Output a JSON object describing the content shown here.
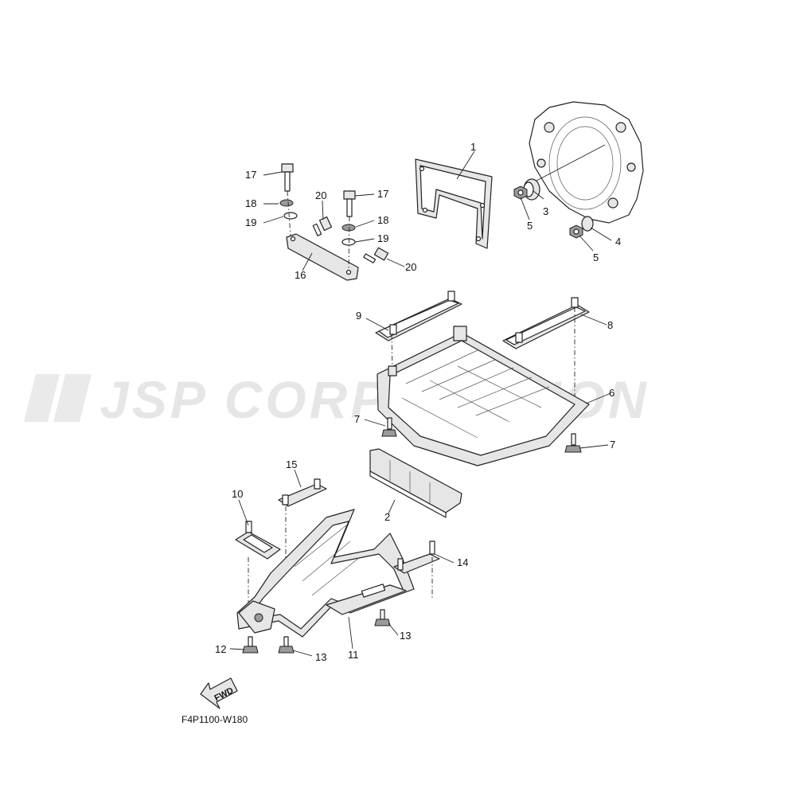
{
  "watermark": {
    "text": "JSP CORPORATION"
  },
  "diagram": {
    "code": "F4P1100-W180",
    "fwd_label": "FWD",
    "callouts": [
      {
        "id": "c1",
        "label": "1"
      },
      {
        "id": "c2",
        "label": "2"
      },
      {
        "id": "c3",
        "label": "3"
      },
      {
        "id": "c4",
        "label": "4"
      },
      {
        "id": "c5a",
        "label": "5"
      },
      {
        "id": "c5b",
        "label": "5"
      },
      {
        "id": "c6",
        "label": "6"
      },
      {
        "id": "c7a",
        "label": "7"
      },
      {
        "id": "c7b",
        "label": "7"
      },
      {
        "id": "c8",
        "label": "8"
      },
      {
        "id": "c9",
        "label": "9"
      },
      {
        "id": "c10",
        "label": "10"
      },
      {
        "id": "c11",
        "label": "11"
      },
      {
        "id": "c12",
        "label": "12"
      },
      {
        "id": "c13a",
        "label": "13"
      },
      {
        "id": "c13b",
        "label": "13"
      },
      {
        "id": "c14",
        "label": "14"
      },
      {
        "id": "c15",
        "label": "15"
      },
      {
        "id": "c16",
        "label": "16"
      },
      {
        "id": "c17a",
        "label": "17"
      },
      {
        "id": "c17b",
        "label": "17"
      },
      {
        "id": "c18a",
        "label": "18"
      },
      {
        "id": "c18b",
        "label": "18"
      },
      {
        "id": "c19a",
        "label": "19"
      },
      {
        "id": "c19b",
        "label": "19"
      },
      {
        "id": "c20a",
        "label": "20"
      },
      {
        "id": "c20b",
        "label": "20"
      }
    ]
  }
}
